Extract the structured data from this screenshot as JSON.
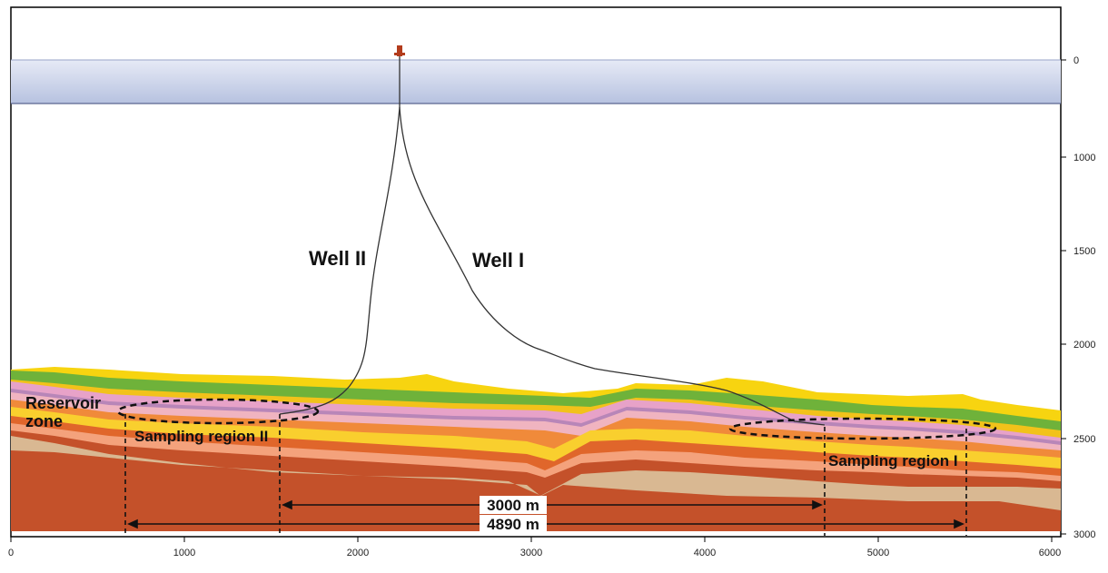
{
  "diagram": {
    "x_axis": {
      "ticks": [
        "0",
        "1000",
        "2000",
        "3000",
        "4000",
        "5000",
        "6000"
      ]
    },
    "y_axis": {
      "ticks": [
        "0",
        "1000",
        "1500",
        "2000",
        "2500",
        "3000"
      ]
    },
    "wells": [
      {
        "label": "Well II"
      },
      {
        "label": "Well I"
      }
    ],
    "reservoir_label": [
      "Reservoir",
      "zone"
    ],
    "sampling_regions": [
      {
        "label": "Sampling region II"
      },
      {
        "label": "Sampling region I"
      }
    ],
    "distances": [
      {
        "label": "3000 m"
      },
      {
        "label": "4890 m"
      }
    ],
    "colors": {
      "water": "#c6cfe6",
      "layer_green": "#6fb23a",
      "layer_yellow": "#f7d410",
      "layer_pink": "#e7a2c8",
      "layer_red": "#e0662b",
      "layer_tan": "#d9b892"
    }
  }
}
